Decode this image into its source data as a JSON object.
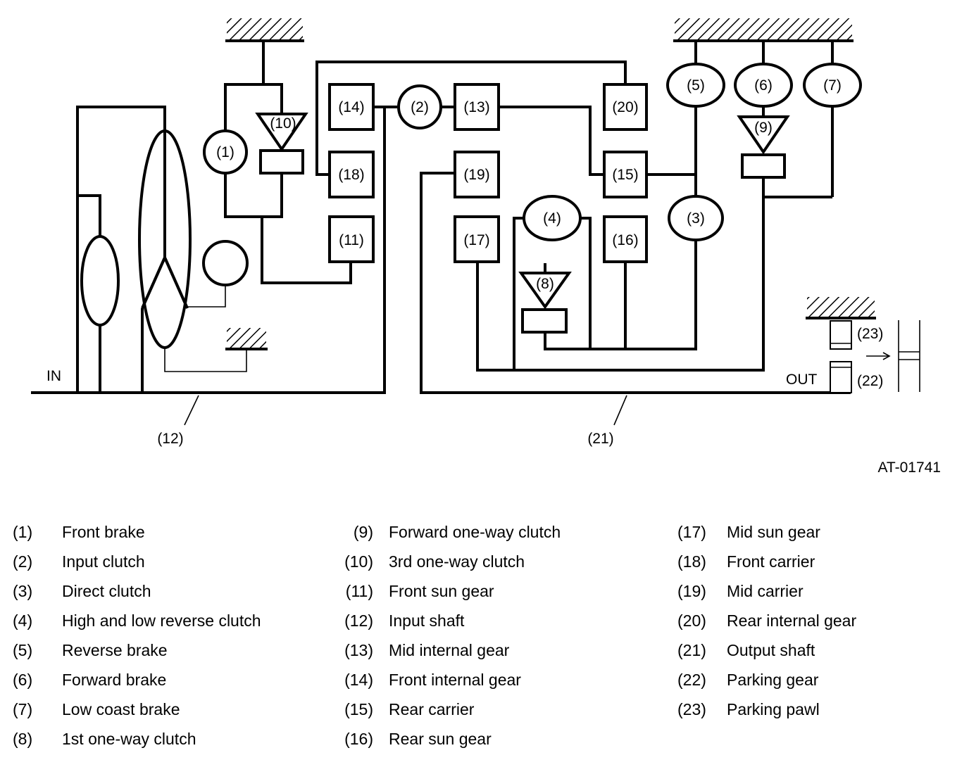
{
  "diagram": {
    "labels": {
      "in": "IN",
      "out": "OUT",
      "figure_id": "AT-01741",
      "n1": "(1)",
      "n2": "(2)",
      "n3": "(3)",
      "n4": "(4)",
      "n5": "(5)",
      "n6": "(6)",
      "n7": "(7)",
      "n8": "(8)",
      "n9": "(9)",
      "n10": "(10)",
      "n11": "(11)",
      "n12": "(12)",
      "n13": "(13)",
      "n14": "(14)",
      "n15": "(15)",
      "n16": "(16)",
      "n17": "(17)",
      "n18": "(18)",
      "n19": "(19)",
      "n20": "(20)",
      "n21": "(21)",
      "n22": "(22)",
      "n23": "(23)"
    }
  },
  "legend": {
    "col1": [
      {
        "num": "(1)",
        "desc": "Front brake"
      },
      {
        "num": "(2)",
        "desc": "Input clutch"
      },
      {
        "num": "(3)",
        "desc": "Direct clutch"
      },
      {
        "num": "(4)",
        "desc": "High and low reverse clutch"
      },
      {
        "num": "(5)",
        "desc": "Reverse brake"
      },
      {
        "num": "(6)",
        "desc": "Forward brake"
      },
      {
        "num": "(7)",
        "desc": "Low coast brake"
      },
      {
        "num": "(8)",
        "desc": "1st one-way clutch"
      }
    ],
    "col2": [
      {
        "num": "(9)",
        "desc": "Forward one-way clutch"
      },
      {
        "num": "(10)",
        "desc": "3rd one-way clutch"
      },
      {
        "num": "(11)",
        "desc": "Front sun gear"
      },
      {
        "num": "(12)",
        "desc": "Input shaft"
      },
      {
        "num": "(13)",
        "desc": "Mid internal gear"
      },
      {
        "num": "(14)",
        "desc": "Front internal gear"
      },
      {
        "num": "(15)",
        "desc": "Rear carrier"
      },
      {
        "num": "(16)",
        "desc": "Rear sun gear"
      }
    ],
    "col3": [
      {
        "num": "(17)",
        "desc": "Mid sun gear"
      },
      {
        "num": "(18)",
        "desc": "Front carrier"
      },
      {
        "num": "(19)",
        "desc": "Mid carrier"
      },
      {
        "num": "(20)",
        "desc": "Rear internal gear"
      },
      {
        "num": "(21)",
        "desc": "Output shaft"
      },
      {
        "num": "(22)",
        "desc": "Parking gear"
      },
      {
        "num": "(23)",
        "desc": "Parking pawl"
      }
    ]
  }
}
